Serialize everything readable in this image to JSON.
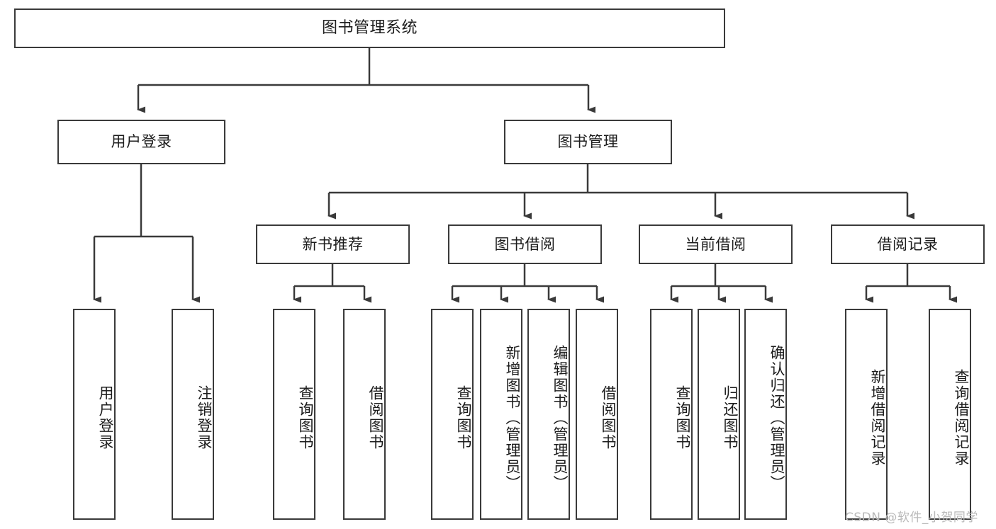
{
  "diagram": {
    "type": "tree-hierarchy",
    "title": "图书管理系统",
    "watermark": "CSDN @软件_小贺同学",
    "colors": {
      "box_stroke": "#3a3a3a",
      "box_fill": "#ffffff",
      "connector": "#3a3a3a",
      "text": "#1c1c1c",
      "watermark": "#b9b9b9",
      "background": "#ffffff"
    },
    "root": {
      "id": "root",
      "label": "图书管理系统"
    },
    "level1": [
      {
        "id": "user-login",
        "label": "用户登录"
      },
      {
        "id": "book-manage",
        "label": "图书管理"
      }
    ],
    "level2": [
      {
        "id": "new-book-recommend",
        "label": "新书推荐",
        "parent": "book-manage"
      },
      {
        "id": "book-borrow",
        "label": "图书借阅",
        "parent": "book-manage"
      },
      {
        "id": "current-borrow",
        "label": "当前借阅",
        "parent": "book-manage"
      },
      {
        "id": "borrow-record",
        "label": "借阅记录",
        "parent": "book-manage"
      }
    ],
    "leaves": [
      {
        "id": "leaf-user-login",
        "label": "用户登录",
        "parent": "user-login"
      },
      {
        "id": "leaf-user-logout",
        "label": "注销登录",
        "parent": "user-login"
      },
      {
        "id": "leaf-query-book-1",
        "label": "查询图书",
        "parent": "new-book-recommend"
      },
      {
        "id": "leaf-borrow-book-1",
        "label": "借阅图书",
        "parent": "new-book-recommend"
      },
      {
        "id": "leaf-query-book-2",
        "label": "查询图书",
        "parent": "book-borrow"
      },
      {
        "id": "leaf-add-book",
        "label": "新增图书（管理员）",
        "parent": "book-borrow"
      },
      {
        "id": "leaf-edit-book",
        "label": "编辑图书（管理员）",
        "parent": "book-borrow"
      },
      {
        "id": "leaf-borrow-book-2",
        "label": "借阅图书",
        "parent": "book-borrow"
      },
      {
        "id": "leaf-query-book-3",
        "label": "查询图书",
        "parent": "current-borrow"
      },
      {
        "id": "leaf-return-book",
        "label": "归还图书",
        "parent": "current-borrow"
      },
      {
        "id": "leaf-confirm-return",
        "label": "确认归还（管理员）",
        "parent": "current-borrow"
      },
      {
        "id": "leaf-add-record",
        "label": "新增借阅记录",
        "parent": "borrow-record"
      },
      {
        "id": "leaf-query-record",
        "label": "查询借阅记录",
        "parent": "borrow-record"
      }
    ]
  }
}
